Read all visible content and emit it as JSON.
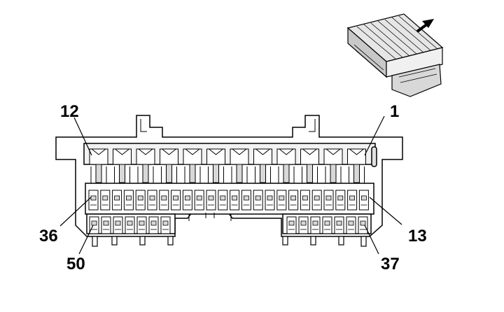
{
  "diagram": {
    "pin_labels": {
      "top_left": "12",
      "top_right": "1",
      "mid_left": "36",
      "mid_right": "13",
      "bottom_left": "50",
      "bottom_right": "37"
    },
    "rows": {
      "top_row_pins": 12,
      "middle_row_pins": 24,
      "bottom_row_pins": 14
    },
    "colors": {
      "line": "#000000",
      "background": "#ffffff",
      "fill": "#ffffff",
      "shade": "#d8d8d8"
    },
    "icons": {
      "direction": "arrow-up-right-icon",
      "preview": "connector-3d-icon"
    }
  }
}
